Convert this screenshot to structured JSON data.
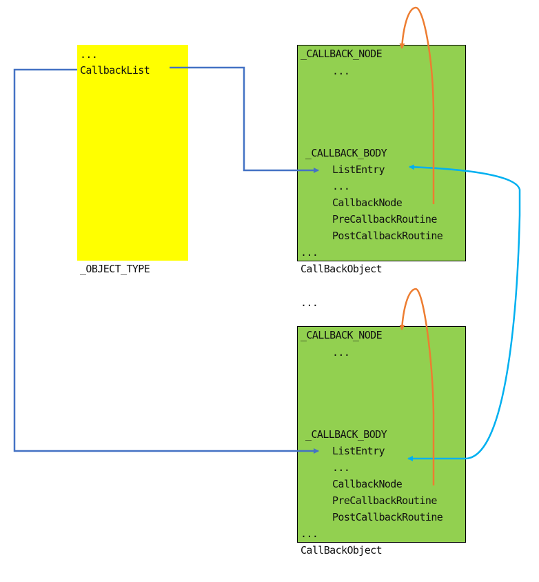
{
  "object_type": {
    "label": "_OBJECT_TYPE",
    "fields": [
      "...",
      "CallbackList"
    ],
    "color": "#ffff00"
  },
  "between_objects_ellipsis": "...",
  "callback_objects": [
    {
      "label": "CallBackObject",
      "node_header": "_CALLBACK_NODE",
      "node_ellipsis": "...",
      "body_header": "_CALLBACK_BODY",
      "body_fields": [
        "ListEntry",
        "...",
        "CallbackNode",
        "PreCallbackRoutine",
        "PostCallbackRoutine"
      ],
      "trailing": "...",
      "color": "#92d050"
    },
    {
      "label": "CallBackObject",
      "node_header": "_CALLBACK_NODE",
      "node_ellipsis": "...",
      "body_header": "_CALLBACK_BODY",
      "body_fields": [
        "ListEntry",
        "...",
        "CallbackNode",
        "PreCallbackRoutine",
        "PostCallbackRoutine"
      ],
      "trailing": "...",
      "color": "#92d050"
    }
  ],
  "arrow_colors": {
    "list_link": "#4472c4",
    "flink_blink": "#00b0f0",
    "node_backref": "#ed7d31"
  }
}
